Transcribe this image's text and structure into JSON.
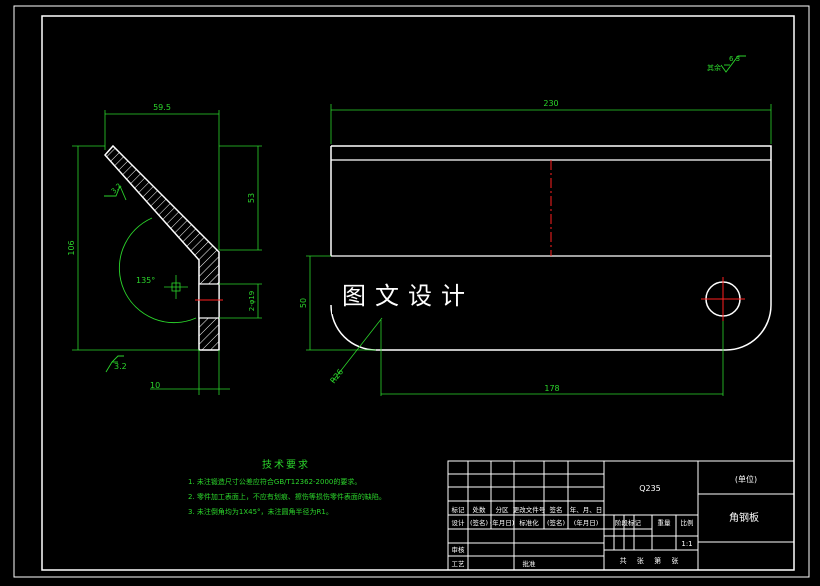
{
  "colors": {
    "background": "#000000",
    "outline": "#ffffff",
    "dimension": "#2bd52b",
    "centerline": "#ff2020"
  },
  "watermark": "图文设计",
  "side_view": {
    "dim_top_width": "59.5",
    "dim_height": "106",
    "dim_upper": "53",
    "dim_hole": "2-φ19",
    "dim_thickness": "10",
    "angle": "135°",
    "rough_top": "3.2",
    "rough_bottom": "3.2"
  },
  "front_view": {
    "dim_length": "230",
    "dim_height": "50",
    "dim_radius": "R26",
    "dim_hole_span": "178"
  },
  "surface_note": {
    "prefix": "其余",
    "value": "6.3"
  },
  "tech_requirements": {
    "title": "技术要求",
    "items": [
      "1. 未注锻造尺寸公差应符合GB/T12362-2000的要求。",
      "2. 零件加工表面上，不应有划痕、擦伤等损伤零件表面的缺陷。",
      "3. 未注倒角均为1X45°，未注圆角半径为R1。"
    ]
  },
  "title_block": {
    "material": "Q235",
    "part_name": "角钢板",
    "org_label": "(单位)",
    "scale_value": "1:1",
    "row_mark": "标记",
    "col_count": "处数",
    "col_zone": "分区",
    "col_change_doc": "更改文件号",
    "col_sign": "签名",
    "col_date": "年、月、日",
    "row_design": "设计",
    "signed": "(签名)",
    "dated": "(年月日)",
    "standardize": "标准化",
    "stage_mark": "阶段标记",
    "weight": "重量",
    "scale": "比例",
    "audit": "审核",
    "process": "工艺",
    "approve": "批准",
    "sheets": "共 张 第 张"
  }
}
